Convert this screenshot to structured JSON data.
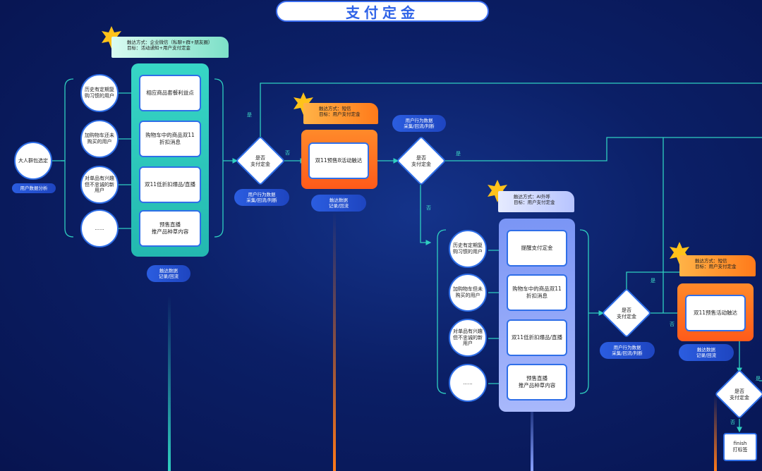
{
  "title": "支付定金",
  "start": {
    "label": "大人群包选定",
    "badge": "用户数据分析"
  },
  "stage1": {
    "tag": [
      "触达方式：企业微信（私聊+群+朋友圈）",
      "目标：活动通知+用户支付定金"
    ],
    "segments": [
      "历史有定期复\n购习惯的用户",
      "加购物车还未\n购买的用户",
      "对单品有兴趣\n但不忠诚的新\n用户",
      "......"
    ],
    "actions": [
      "相应商品套餐利益点",
      "购物车中的商品双11\n折扣消息",
      "双11低折扣爆品/直播",
      "预售直播\n推产品种草内容"
    ],
    "badge": "触达数据\n记录/回流"
  },
  "decision1": {
    "label": "是否\n支付定金",
    "yes": "是",
    "no": "否",
    "badge": "用户行为数据\n采集/回流/判断"
  },
  "stage2": {
    "tag": [
      "触达方式：短信",
      "目标：用户支付定金"
    ],
    "action": "双11预售8活动触达",
    "badge": "触达数据\n记录/回流"
  },
  "decision2": {
    "label": "是否\n支付定金",
    "yes": "是",
    "no": "否",
    "badge": "用户行为数据\n采集/回流/判断"
  },
  "stage3": {
    "tag": [
      "触达方式：AI外呼",
      "目标：用户支付定金"
    ],
    "segments": [
      "历史有定期复\n购习惯的用户",
      "加购物车但未\n购买的用户",
      "对单品有兴趣\n但不忠诚的新\n用户",
      "......"
    ],
    "actions": [
      "提醒支付定金",
      "购物车中的商品双11\n折扣消息",
      "双11低折扣爆品/直播",
      "预售直播\n推产品种草内容"
    ]
  },
  "decision3": {
    "label": "是否\n支付定金",
    "yes": "是",
    "no": "否",
    "badge": "用户行为数据\n采集/回流/判断"
  },
  "stage4": {
    "tag": [
      "触达方式：短信",
      "目标：用户支付定金"
    ],
    "action": "双11预售活动触达",
    "badge": "触达数据\n记录/回流"
  },
  "decision4": {
    "label": "是否\n支付定金",
    "yes": "是",
    "no": "否"
  },
  "finish": "finish\n打标签",
  "colors": {
    "bg": "#0b1f66",
    "teal": "#2fcfc0",
    "orange": "#ff7a1a",
    "blue": "#2f6fe8",
    "line": "#2fcfc0"
  }
}
